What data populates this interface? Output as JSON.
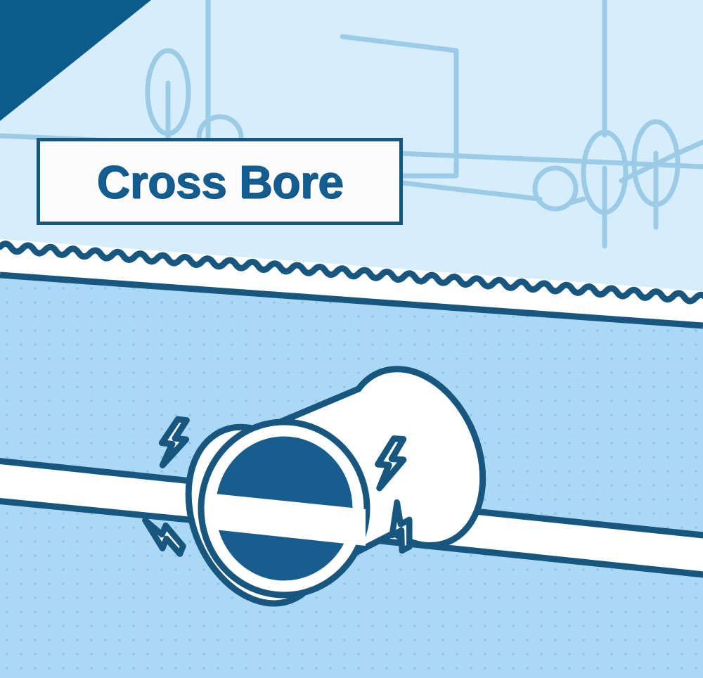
{
  "illustration": {
    "title": "Cross Bore",
    "subject": "cross-bore-utility-damage-illustration",
    "title_plate": {
      "label": "Cross Bore",
      "background_color": "#FCFCFC",
      "border_color": "#17567F",
      "text_color": "#125E91"
    },
    "palette": {
      "dark_blue": "#17567F",
      "deep_blue": "#125E91",
      "sky_background": "#D6EDFB",
      "soil_fill": "#ABD9F5",
      "soil_dot": "#8FC4E6",
      "outline_light": "#9CCBE8",
      "white": "#FFFFFF",
      "corner_triangle": "#0D5C8C"
    },
    "sky": {
      "corner_triangle_label": "corner-accent-triangle",
      "skyline_elements": [
        {
          "name": "tree-ellipse-left",
          "type": "ellipse-tree"
        },
        {
          "name": "utility-pole-left",
          "type": "pole"
        },
        {
          "name": "shrub-semicircle-left",
          "type": "semicircle-shrub"
        },
        {
          "name": "building-outline",
          "type": "building"
        },
        {
          "name": "shrub-circle-right",
          "type": "circle-shrub"
        },
        {
          "name": "tree-ellipse-mid-right",
          "type": "ellipse-tree"
        },
        {
          "name": "utility-pole-right",
          "type": "pole"
        },
        {
          "name": "tree-ellipse-far-right",
          "type": "ellipse-tree"
        },
        {
          "name": "horizon-line",
          "type": "ground-line"
        }
      ]
    },
    "ground": {
      "grass_line_label": "wavy-grass-surface-line",
      "subsurface_line_label": "straight-subsurface-line",
      "soil_label": "dotted-soil-region"
    },
    "underground": {
      "sewer_pipe_label": "sewer-pipe-cylinder",
      "pipe_bore_label": "pipe-bore-opening",
      "gas_line_label": "gas-utility-line",
      "spark_labels": [
        "spark-upper-left",
        "spark-lower-left",
        "spark-right-on-pipe",
        "spark-lower-right"
      ],
      "spark_count": 4
    }
  }
}
